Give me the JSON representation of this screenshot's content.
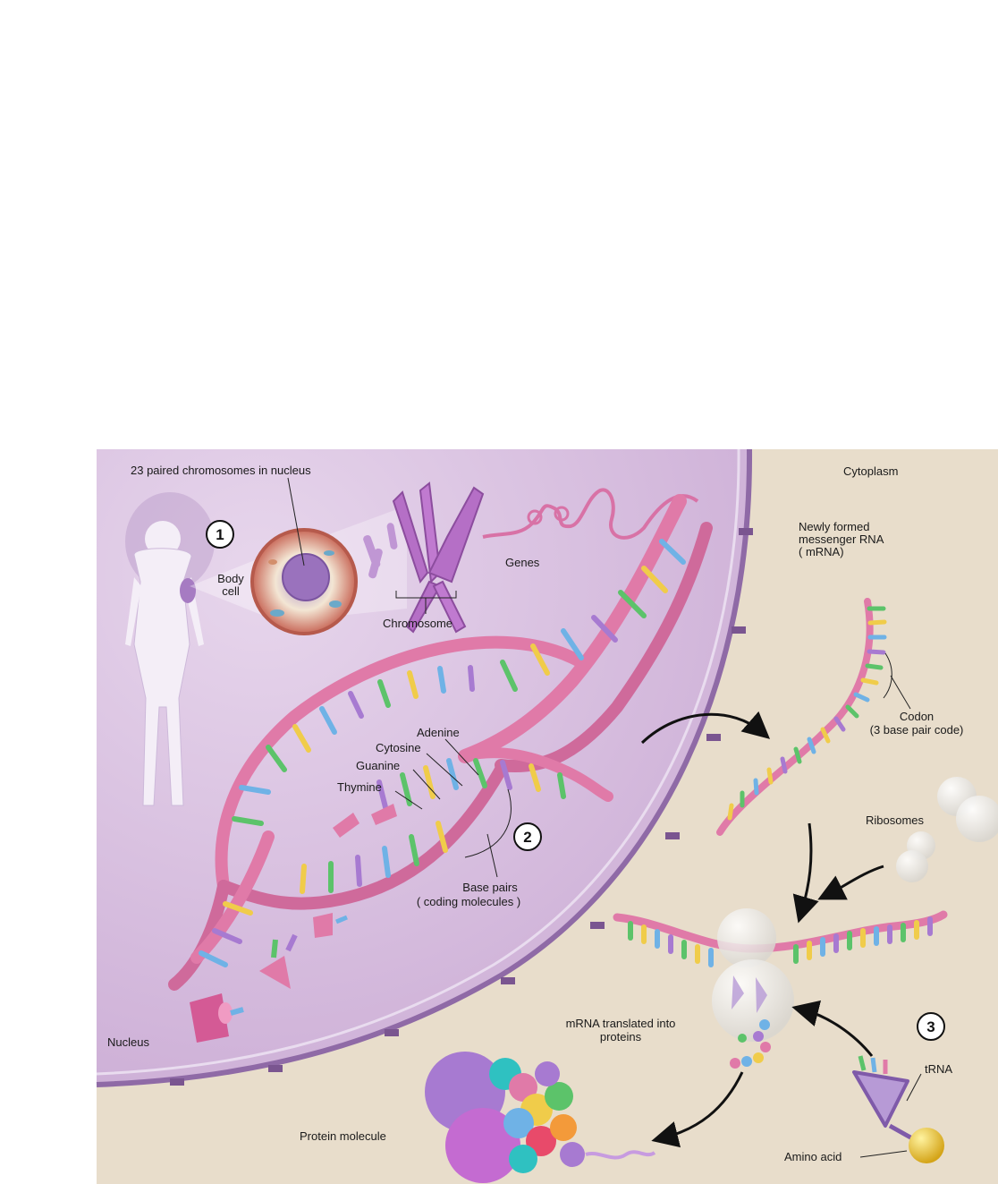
{
  "steps": [
    "1",
    "2",
    "3"
  ],
  "labels": {
    "chromosomes_in_nucleus": "23 paired chromosomes in nucleus",
    "cytoplasm": "Cytoplasm",
    "body_cell_1": "Body",
    "body_cell_2": "cell",
    "genes": "Genes",
    "chromosome": "Chromosome",
    "mrna_1": "Newly formed",
    "mrna_2": "messenger  RNA",
    "mrna_3": "( mRNA)",
    "codon_1": "Codon",
    "codon_2": "(3 base pair code)",
    "adenine": "Adenine",
    "cytosine": "Cytosine",
    "guanine": "Guanine",
    "thymine": "Thymine",
    "base_pairs_1": "Base pairs",
    "base_pairs_2": "( coding molecules )",
    "ribosomes": "Ribosomes",
    "nucleus": "Nucleus",
    "translated_1": "mRNA translated into",
    "translated_2": "proteins",
    "trna": "tRNA",
    "protein_molecule": "Protein molecule",
    "amino_acid": "Amino acid"
  },
  "colors": {
    "nucleus": "#dcc4e4",
    "cytoplasm": "#e8ddcb",
    "dna_strand": "#e07aa8",
    "base_green": "#5cc36a",
    "base_blue": "#6fb2e6",
    "base_yellow": "#f0cc4a",
    "base_purple": "#a77ad1"
  }
}
